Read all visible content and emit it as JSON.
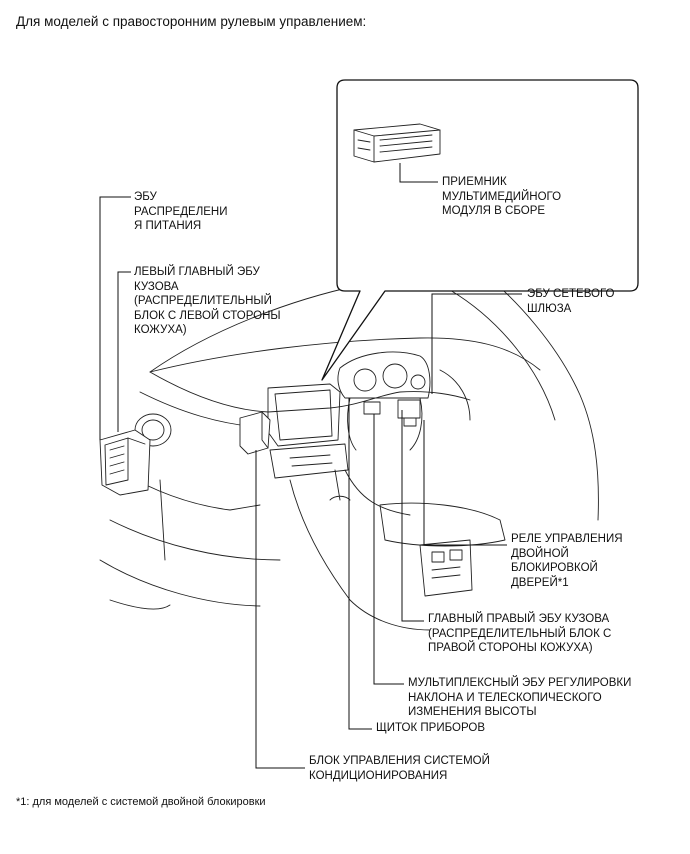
{
  "header": "Для моделей с правосторонним рулевым управлением:",
  "labels": {
    "ecu_power_dist": "ЭБУ\nРАСПРЕДЕЛЕНИ\nЯ ПИТАНИЯ",
    "left_main_body_ecu": "ЛЕВЫЙ ГЛАВНЫЙ ЭБУ\nКУЗОВА\n(РАСПРЕДЕЛИТЕЛЬНЫЙ\nБЛОК С ЛЕВОЙ СТОРОНЫ\nКОЖУХА)",
    "multimedia_receiver": "ПРИЕМНИК\nМУЛЬТИМЕДИЙНОГО\nМОДУЛЯ В СБОРЕ",
    "gateway_ecu": "ЭБУ СЕТЕВОГО\nШЛЮЗА",
    "double_lock_relay": "РЕЛЕ УПРАВЛЕНИЯ\nДВОЙНОЙ\nБЛОКИРОВКОЙ\nДВЕРЕЙ*1",
    "right_main_body_ecu": "ГЛАВНЫЙ ПРАВЫЙ ЭБУ КУЗОВА\n(РАСПРЕДЕЛИТЕЛЬНЫЙ БЛОК С\nПРАВОЙ СТОРОНЫ КОЖУХА)",
    "tilt_telescopic_ecu": "МУЛЬТИПЛЕКСНЫЙ ЭБУ РЕГУЛИРОВКИ\nНАКЛОНА И ТЕЛЕСКОПИЧЕСКОГО\nИЗМЕНЕНИЯ ВЫСОТЫ",
    "instrument_panel": "ЩИТОК ПРИБОРОВ",
    "ac_control": "БЛОК УПРАВЛЕНИЯ СИСТЕМОЙ\nКОНДИЦИОНИРОВАНИЯ"
  },
  "footnote": "*1: для моделей с системой двойной блокировки"
}
